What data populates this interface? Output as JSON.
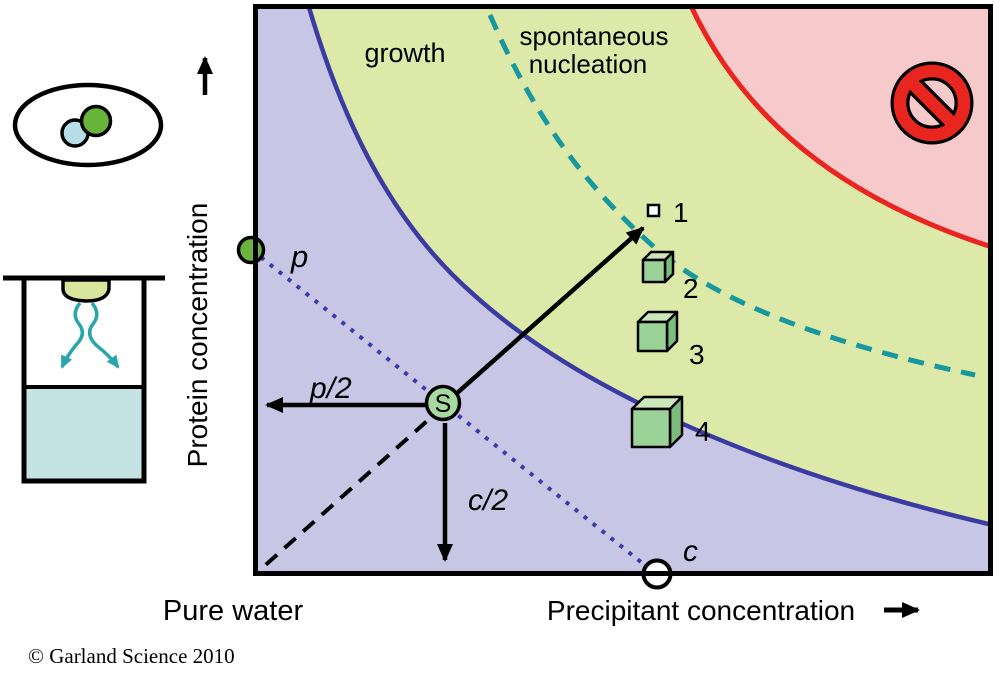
{
  "palette": {
    "undersaturated_region": "#c7c6e4",
    "growth_region": "#dde9a8",
    "precipitation_region": "#f6caca",
    "solubility_curve": "#3c3ba2",
    "precipitation_curve": "#ea2420",
    "nucleation_curve": "#17989e",
    "dilution_dotted_line": "#3b3aaa",
    "cube_front": "#9bd298",
    "cube_top": "#cbe7bb",
    "cube_side": "#7cbd7d",
    "drop_green": "#d7e69c",
    "reservoir_blue": "#c6e3e3",
    "vapor_arrow": "#2aa6aa",
    "protein_dot": "#6ab43e",
    "start_point_fill": "#a6d99f",
    "molecule_blue": "#b7dde8",
    "molecule_green": "#68b43a",
    "no_symbol_red": "#e8261f",
    "copyright_gray": "#949494"
  },
  "plot": {
    "region_labels": {
      "growth": "growth",
      "nucleation_line1": "spontaneous",
      "nucleation_line2": "nucleation"
    },
    "markers": {
      "protein_conc": "p",
      "half_protein": "p/2",
      "half_precipitant": "c/2",
      "precipitant_conc": "c",
      "start_point": "S"
    },
    "crystals": [
      {
        "label": "1"
      },
      {
        "label": "2"
      },
      {
        "label": "3"
      },
      {
        "label": "4"
      }
    ]
  },
  "axes": {
    "y_label": "Protein concentration",
    "x_label": "Precipitant concentration",
    "origin_label": "Pure water"
  },
  "footer": {
    "copyright": "© Garland Science 2010"
  }
}
